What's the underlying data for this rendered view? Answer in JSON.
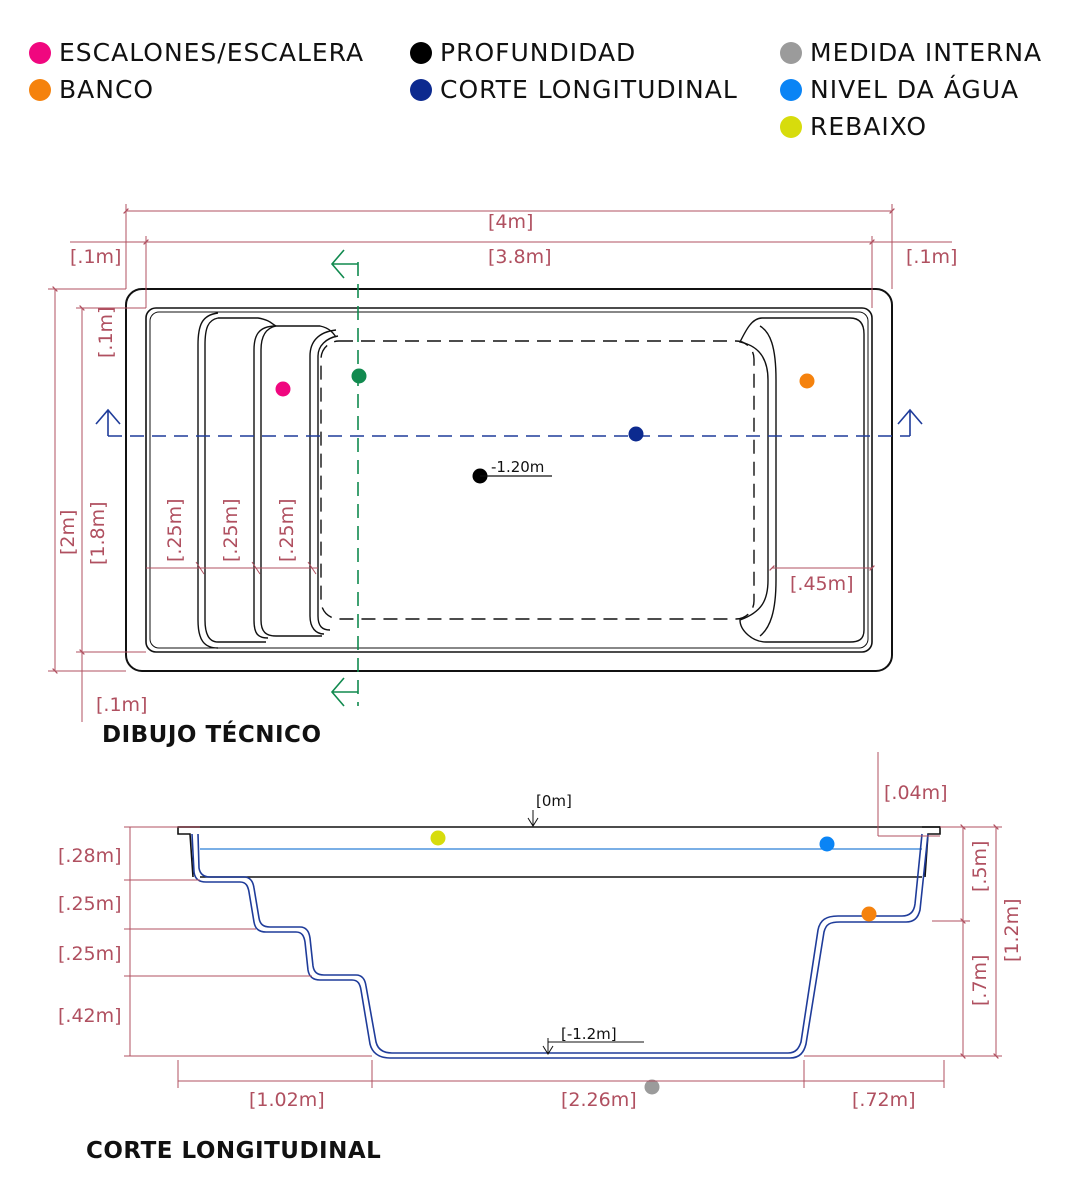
{
  "legend": [
    {
      "label": "ESCALONES/ESCALERA",
      "color": "#f0077f"
    },
    {
      "label": "BANCO",
      "color": "#f5820d"
    },
    {
      "label": "PROFUNDIDAD",
      "color": "#000000"
    },
    {
      "label": "CORTE LONGITUDINAL",
      "color": "#0c2a8f"
    },
    {
      "label": "MEDIDA INTERNA",
      "color": "#9b9b9b"
    },
    {
      "label": "NIVEL DA ÁGUA",
      "color": "#0a84f5"
    },
    {
      "label": "REBAIXO",
      "color": "#d7dc0c"
    }
  ],
  "plan": {
    "title": "DIBUJO TÉCNICO",
    "dims": {
      "total_length": "[4m]",
      "inner_length": "[3.8m]",
      "rim_left": "[.1m]",
      "rim_right": "[.1m]",
      "rim_top": "[.1m]",
      "rim_bottom": "[.1m]",
      "total_width": "[2m]",
      "inner_width": "[1.8m]",
      "step1": "[.25m]",
      "step2": "[.25m]",
      "step3": "[.25m]",
      "bench": "[.45m]"
    },
    "depth_label": "-1.20m"
  },
  "section": {
    "title": "CORTE LONGITUDINAL",
    "dims": {
      "top_level": "[0m]",
      "lip": "[.04m]",
      "step1_h": "[.28m]",
      "step2_h": "[.25m]",
      "step3_h": "[.25m]",
      "step4_h": "[.42m]",
      "bench_h": "[.5m]",
      "total_depth": "[1.2m]",
      "deep_h": "[.7m]",
      "bottom_level": "[-1.2m]",
      "len_steps": "[1.02m]",
      "len_floor": "[2.26m]",
      "len_bench": "[.72m]"
    }
  }
}
